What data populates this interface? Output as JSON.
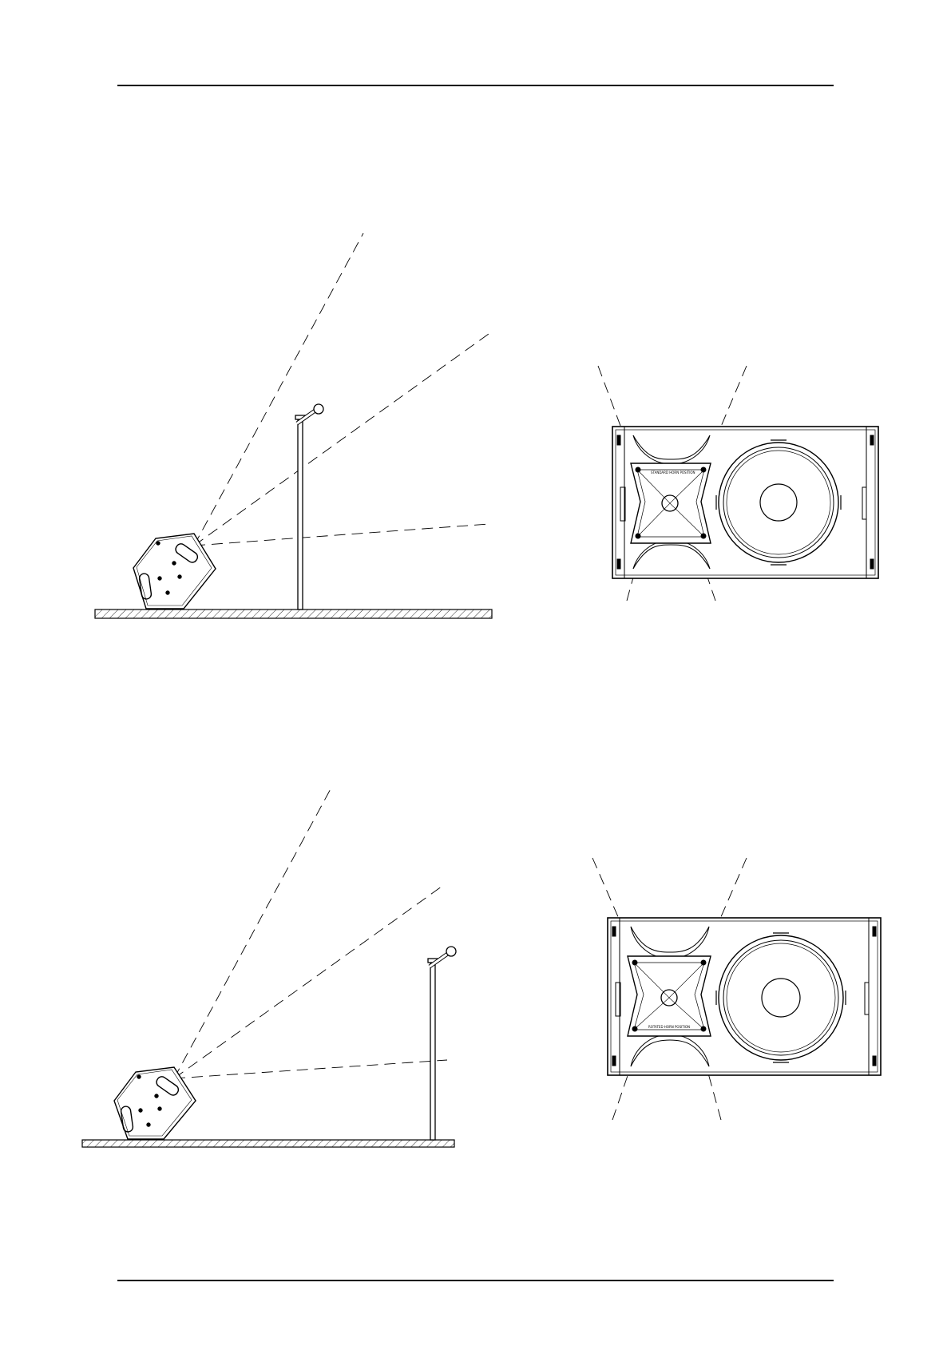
{
  "page": {
    "header_rule": true,
    "footer_rule": true
  },
  "figures": [
    {
      "name": "configuration-1",
      "side_view": {
        "elements": [
          "floor",
          "floor-monitor-speaker",
          "microphone-stand",
          "coverage-lines"
        ]
      },
      "front_view": {
        "elements": [
          "cabinet",
          "horn",
          "woofer",
          "dispersion-lines"
        ],
        "horn_orientation": "standard"
      }
    },
    {
      "name": "configuration-2",
      "side_view": {
        "elements": [
          "floor",
          "floor-monitor-speaker",
          "microphone-stand",
          "coverage-lines"
        ]
      },
      "front_view": {
        "elements": [
          "cabinet",
          "horn",
          "woofer",
          "dispersion-lines"
        ],
        "horn_orientation": "rotated"
      }
    }
  ],
  "colors": {
    "line": "#000000",
    "background": "#ffffff"
  }
}
